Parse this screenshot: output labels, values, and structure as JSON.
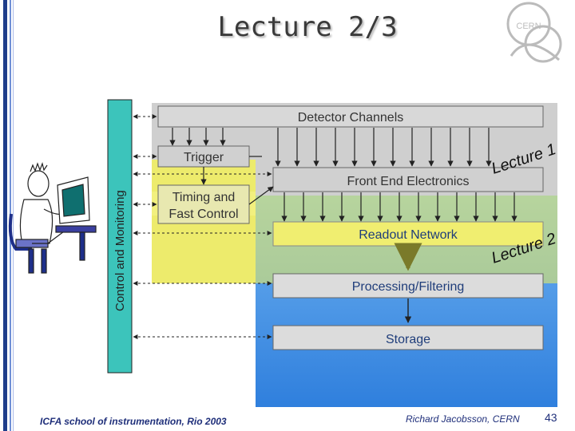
{
  "slide": {
    "title": "Lecture 2/3",
    "logo_text": "CERN"
  },
  "diagram": {
    "detector_channels": "Detector Channels",
    "trigger": "Trigger",
    "front_end": "Front End Electronics",
    "timing_line1": "Timing and",
    "timing_line2": "Fast Control",
    "readout": "Readout Network",
    "processing": "Processing/Filtering",
    "storage": "Storage",
    "control_monitoring": "Control and Monitoring",
    "lecture1": "Lecture 1",
    "lecture2": "Lecture 2"
  },
  "footer": {
    "left": "ICFA school of instrumentation, Rio 2003",
    "author": "Richard Jacobsson, CERN",
    "page": "43"
  },
  "colors": {
    "grey_region": "#cfcfcf",
    "blue_region": "#3c8ee6",
    "yellow_region": "#f2f05a",
    "teal_bar": "#3cc4bb",
    "lecture_text": "#111111",
    "footer_text": "#1f2f7a"
  }
}
